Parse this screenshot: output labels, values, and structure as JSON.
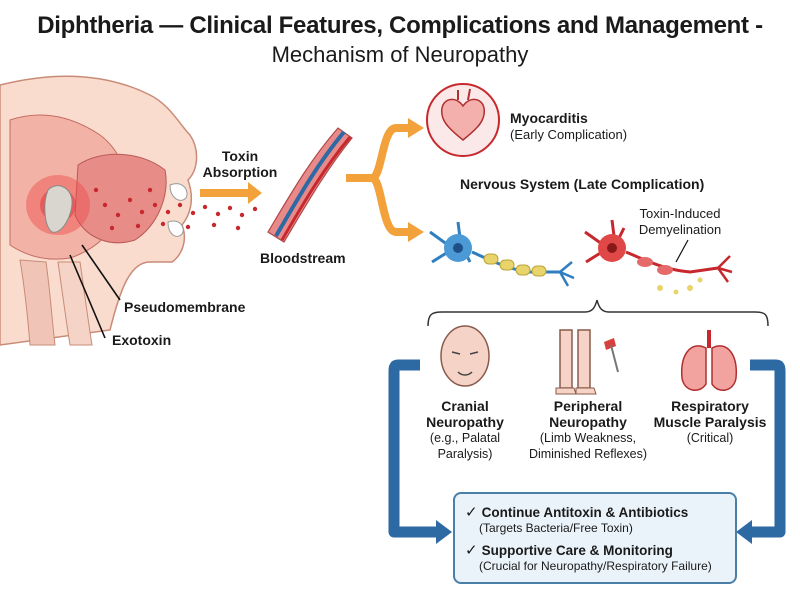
{
  "title": "Diphtheria — Clinical Features, Complications and Management -",
  "subtitle": "Mechanism of Neuropathy",
  "throat": {
    "pseudomembrane": "Pseudomembrane",
    "exotoxin": "Exotoxin"
  },
  "absorption": {
    "label_line1": "Toxin",
    "label_line2": "Absorption",
    "bloodstream": "Bloodstream"
  },
  "myocarditis": {
    "title": "Myocarditis",
    "note": "(Early Complication)"
  },
  "nervous_system": {
    "title": "Nervous System (Late Complication)",
    "demyelination_line1": "Toxin-Induced",
    "demyelination_line2": "Demyelination"
  },
  "neuropathies": [
    {
      "title_line1": "Cranial",
      "title_line2": "Neuropathy",
      "note_line1": "(e.g., Palatal",
      "note_line2": "Paralysis)"
    },
    {
      "title_line1": "Peripheral",
      "title_line2": "Neuropathy",
      "note_line1": "(Limb Weakness,",
      "note_line2": "Diminished Reflexes)"
    },
    {
      "title_line1": "Respiratory",
      "title_line2": "Muscle Paralysis",
      "note_line1": "(Critical)",
      "note_line2": ""
    }
  ],
  "management": [
    {
      "check": "✓",
      "title": "Continue Antitoxin & Antibiotics",
      "note": "(Targets Bacteria/Free Toxin)"
    },
    {
      "check": "✓",
      "title": "Supportive Care & Monitoring",
      "note": "(Crucial for Neuropathy/Respiratory Failure)"
    }
  ],
  "colors": {
    "arrow_orange": "#f2a13b",
    "arrow_blue": "#2d6aa3",
    "toxin_red": "#c7282e",
    "panel_bg": "#eaf3fa"
  }
}
